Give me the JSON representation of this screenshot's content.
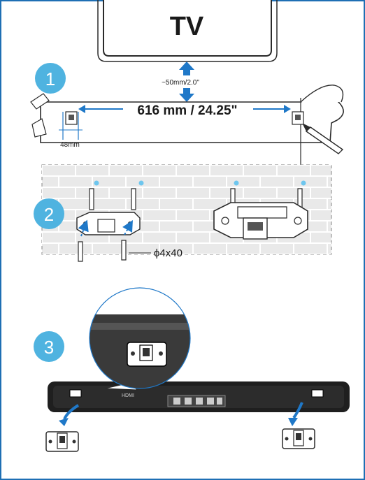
{
  "tv": {
    "label": "TV"
  },
  "gap": {
    "label": "~50mm/2.0\""
  },
  "steps": [
    "1",
    "2",
    "3"
  ],
  "distance": {
    "label": "616 mm / 24.25\""
  },
  "bracket_width": {
    "label": "48mm"
  },
  "screw": {
    "label": "ϕ4x40"
  },
  "soundbar": {
    "hdmi_label": "HDMI"
  },
  "colors": {
    "step_badge": "#4fb3e0",
    "arrow": "#1f78c8",
    "border": "#1e6fb4",
    "wall": "#e9e9e9",
    "brick_line": "#ffffff",
    "dot": "#6ec6ee"
  }
}
